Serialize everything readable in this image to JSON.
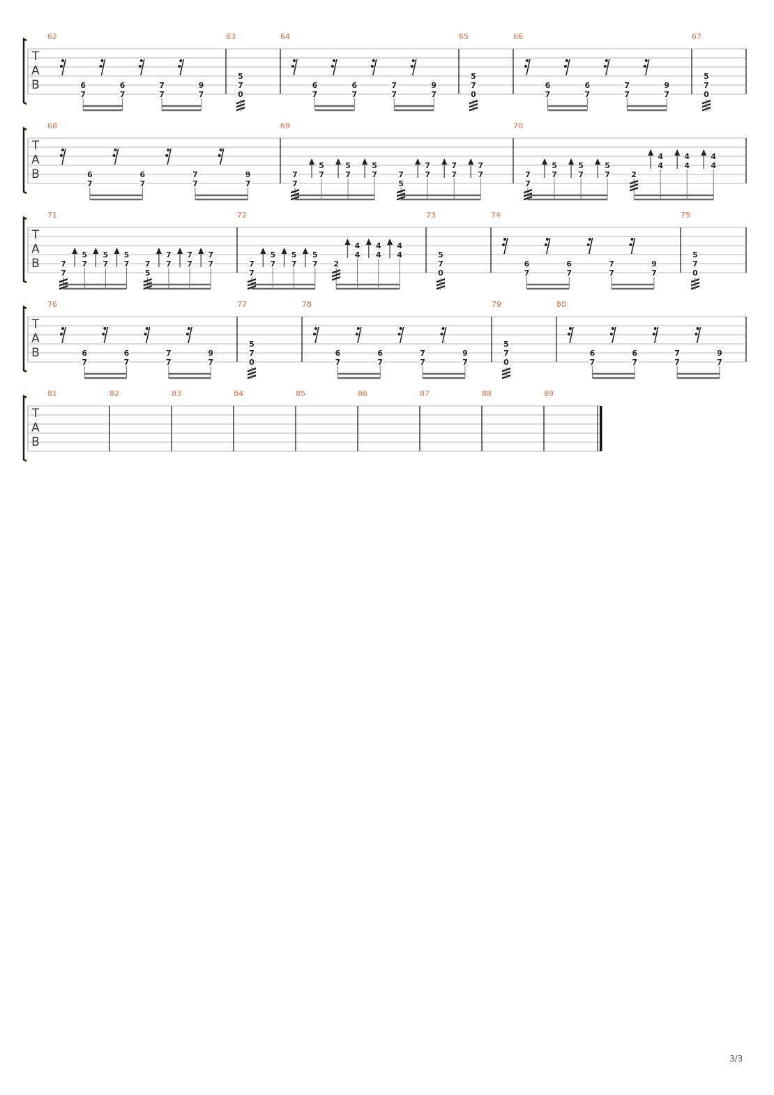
{
  "page_number": "3/3",
  "colors": {
    "measure_number": "#f26b3a",
    "staff_line": "#b4b4b4",
    "ink": "#222222",
    "beam": "#666666"
  },
  "tab_label": [
    "T",
    "A",
    "B"
  ],
  "patterns": {
    "A": {
      "events": [
        {
          "rest": true
        },
        {
          "notes": [
            {
              "s": 5,
              "f": "6"
            },
            {
              "s": 6,
              "f": "7"
            }
          ]
        },
        {
          "rest": true
        },
        {
          "notes": [
            {
              "s": 5,
              "f": "6"
            },
            {
              "s": 6,
              "f": "7"
            }
          ]
        },
        {
          "rest": true
        },
        {
          "notes": [
            {
              "s": 5,
              "f": "7"
            },
            {
              "s": 6,
              "f": "7"
            }
          ]
        },
        {
          "rest": true
        },
        {
          "notes": [
            {
              "s": 5,
              "f": "9"
            },
            {
              "s": 6,
              "f": "7"
            }
          ]
        }
      ],
      "beams": [
        [
          1,
          3
        ],
        [
          5,
          7
        ]
      ]
    },
    "B": {
      "events": [
        {
          "notes": [
            {
              "s": 4,
              "f": "5"
            },
            {
              "s": 5,
              "f": "7"
            },
            {
              "s": 6,
              "f": "0"
            }
          ],
          "tremolo": true
        }
      ],
      "beams": []
    },
    "C": {
      "events": [
        {
          "notes": [
            {
              "s": 5,
              "f": "7"
            },
            {
              "s": 6,
              "f": "7"
            }
          ],
          "tremolo": true
        },
        {
          "notes": [
            {
              "s": 4,
              "f": "5"
            },
            {
              "s": 5,
              "f": "7"
            }
          ],
          "upstroke": true
        },
        {
          "notes": [
            {
              "s": 4,
              "f": "5"
            },
            {
              "s": 5,
              "f": "7"
            }
          ],
          "upstroke": true
        },
        {
          "notes": [
            {
              "s": 4,
              "f": "5"
            },
            {
              "s": 5,
              "f": "7"
            }
          ],
          "upstroke": true
        },
        {
          "notes": [
            {
              "s": 5,
              "f": "7"
            },
            {
              "s": 6,
              "f": "5"
            }
          ],
          "tremolo": true
        },
        {
          "notes": [
            {
              "s": 4,
              "f": "7"
            },
            {
              "s": 5,
              "f": "7"
            }
          ],
          "upstroke": true
        },
        {
          "notes": [
            {
              "s": 4,
              "f": "7"
            },
            {
              "s": 5,
              "f": "7"
            }
          ],
          "upstroke": true
        },
        {
          "notes": [
            {
              "s": 4,
              "f": "7"
            },
            {
              "s": 5,
              "f": "7"
            }
          ],
          "upstroke": true
        }
      ],
      "beams": [
        [
          0,
          3
        ],
        [
          4,
          7
        ]
      ]
    },
    "D": {
      "events": [
        {
          "notes": [
            {
              "s": 5,
              "f": "7"
            },
            {
              "s": 6,
              "f": "7"
            }
          ],
          "tremolo": true
        },
        {
          "notes": [
            {
              "s": 4,
              "f": "5"
            },
            {
              "s": 5,
              "f": "7"
            }
          ],
          "upstroke": true
        },
        {
          "notes": [
            {
              "s": 4,
              "f": "5"
            },
            {
              "s": 5,
              "f": "7"
            }
          ],
          "upstroke": true
        },
        {
          "notes": [
            {
              "s": 4,
              "f": "5"
            },
            {
              "s": 5,
              "f": "7"
            }
          ],
          "upstroke": true
        },
        {
          "notes": [
            {
              "s": 5,
              "f": "2"
            }
          ],
          "tremolo": true
        },
        {
          "notes": [
            {
              "s": 3,
              "f": "4"
            },
            {
              "s": 4,
              "f": "4"
            }
          ],
          "upstroke": true
        },
        {
          "notes": [
            {
              "s": 3,
              "f": "4"
            },
            {
              "s": 4,
              "f": "4"
            }
          ],
          "upstroke": true
        },
        {
          "notes": [
            {
              "s": 3,
              "f": "4"
            },
            {
              "s": 4,
              "f": "4"
            }
          ],
          "upstroke": true
        }
      ],
      "beams": [
        [
          0,
          3
        ],
        [
          4,
          7
        ]
      ]
    },
    "E": {
      "events": [],
      "beams": []
    }
  },
  "systems": [
    {
      "measures": [
        {
          "number": "62",
          "pattern": "A"
        },
        {
          "number": "63",
          "pattern": "B"
        },
        {
          "number": "64",
          "pattern": "A"
        },
        {
          "number": "65",
          "pattern": "B"
        },
        {
          "number": "66",
          "pattern": "A"
        },
        {
          "number": "67",
          "pattern": "B"
        }
      ]
    },
    {
      "measures": [
        {
          "number": "68",
          "pattern": "A"
        },
        {
          "number": "69",
          "pattern": "C"
        },
        {
          "number": "70",
          "pattern": "D"
        }
      ]
    },
    {
      "measures": [
        {
          "number": "71",
          "pattern": "C"
        },
        {
          "number": "72",
          "pattern": "D"
        },
        {
          "number": "73",
          "pattern": "B"
        },
        {
          "number": "74",
          "pattern": "A"
        },
        {
          "number": "75",
          "pattern": "B"
        }
      ]
    },
    {
      "measures": [
        {
          "number": "76",
          "pattern": "A"
        },
        {
          "number": "77",
          "pattern": "B"
        },
        {
          "number": "78",
          "pattern": "A"
        },
        {
          "number": "79",
          "pattern": "B"
        },
        {
          "number": "80",
          "pattern": "A"
        }
      ]
    },
    {
      "measures": [
        {
          "number": "81",
          "pattern": "E"
        },
        {
          "number": "82",
          "pattern": "E"
        },
        {
          "number": "83",
          "pattern": "E"
        },
        {
          "number": "84",
          "pattern": "E"
        },
        {
          "number": "85",
          "pattern": "E"
        },
        {
          "number": "86",
          "pattern": "E"
        },
        {
          "number": "87",
          "pattern": "E"
        },
        {
          "number": "88",
          "pattern": "E"
        },
        {
          "number": "89",
          "pattern": "E"
        }
      ],
      "final_barline": true
    }
  ]
}
